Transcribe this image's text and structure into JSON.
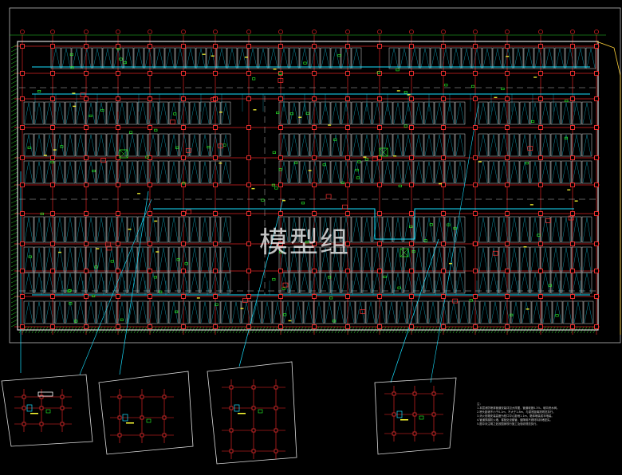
{
  "drawing": {
    "watermark": "模型组",
    "notes": [
      "注：",
      "1.本层消防喷淋管道安装详见大样图，管道坡度0.3%，坡向泄水阀。",
      "2.喷头距墙不小于0.1m，不大于1.8m，与梁底距离按规范执行。",
      "3.消火栓箱安装高度为栓口中心距地1.1m，箱体暗装或半暗装。",
      "4.管道穿越防火墙、楼板处设套管，缝隙用不燃材料封堵密实。",
      "5.图中未注明之处按国家现行施工及验收规范执行。"
    ],
    "colors": {
      "background": "#000000",
      "column": "#ff3333",
      "grid": "#ff2a2a",
      "pipe": "#19e0ff",
      "equipment": "#2bff2b",
      "wall": "#d8d8d8",
      "text": "#ffff33",
      "hatch": "#2bd22b"
    }
  }
}
